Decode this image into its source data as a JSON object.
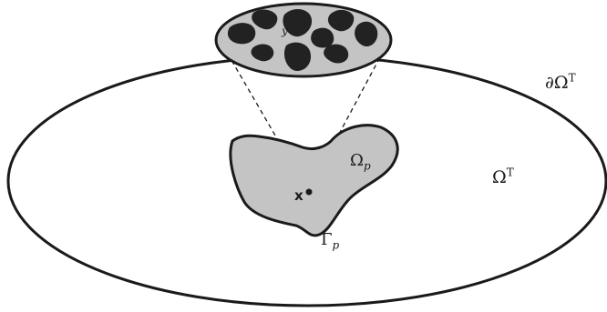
{
  "labels": {
    "boundary": {
      "symbol": "∂Ω",
      "superscript": "T"
    },
    "domain": {
      "symbol": "Ω",
      "superscript": "T"
    },
    "particle": {
      "symbol": "Ω",
      "subscript": "p"
    },
    "particle_boundary": {
      "symbol": "Γ",
      "subscript": "p"
    },
    "point": "x",
    "micro_point": "y"
  },
  "colors": {
    "outline": "#1a1a1a",
    "particle_fill": "#c4c4c4",
    "inclusion_fill": "#222222",
    "background": "#ffffff"
  }
}
